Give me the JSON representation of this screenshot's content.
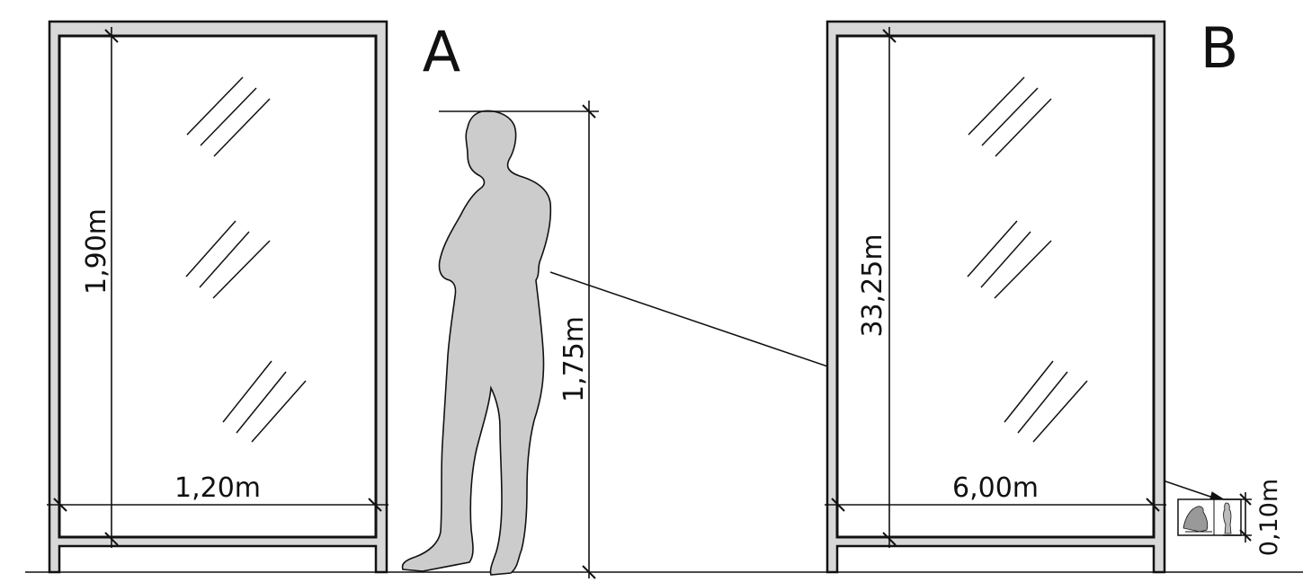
{
  "labels": {
    "left_panel": "A",
    "right_panel": "B"
  },
  "dimensions": {
    "a_height": "1,90m",
    "a_width": "1,20m",
    "person_height": "1,75m",
    "b_height": "33,25m",
    "b_width": "6,00m",
    "small_height": "0,10m"
  },
  "colors": {
    "line": "#111111",
    "person_fill": "#cccccc",
    "frame_fill": "#d8d8d8"
  }
}
